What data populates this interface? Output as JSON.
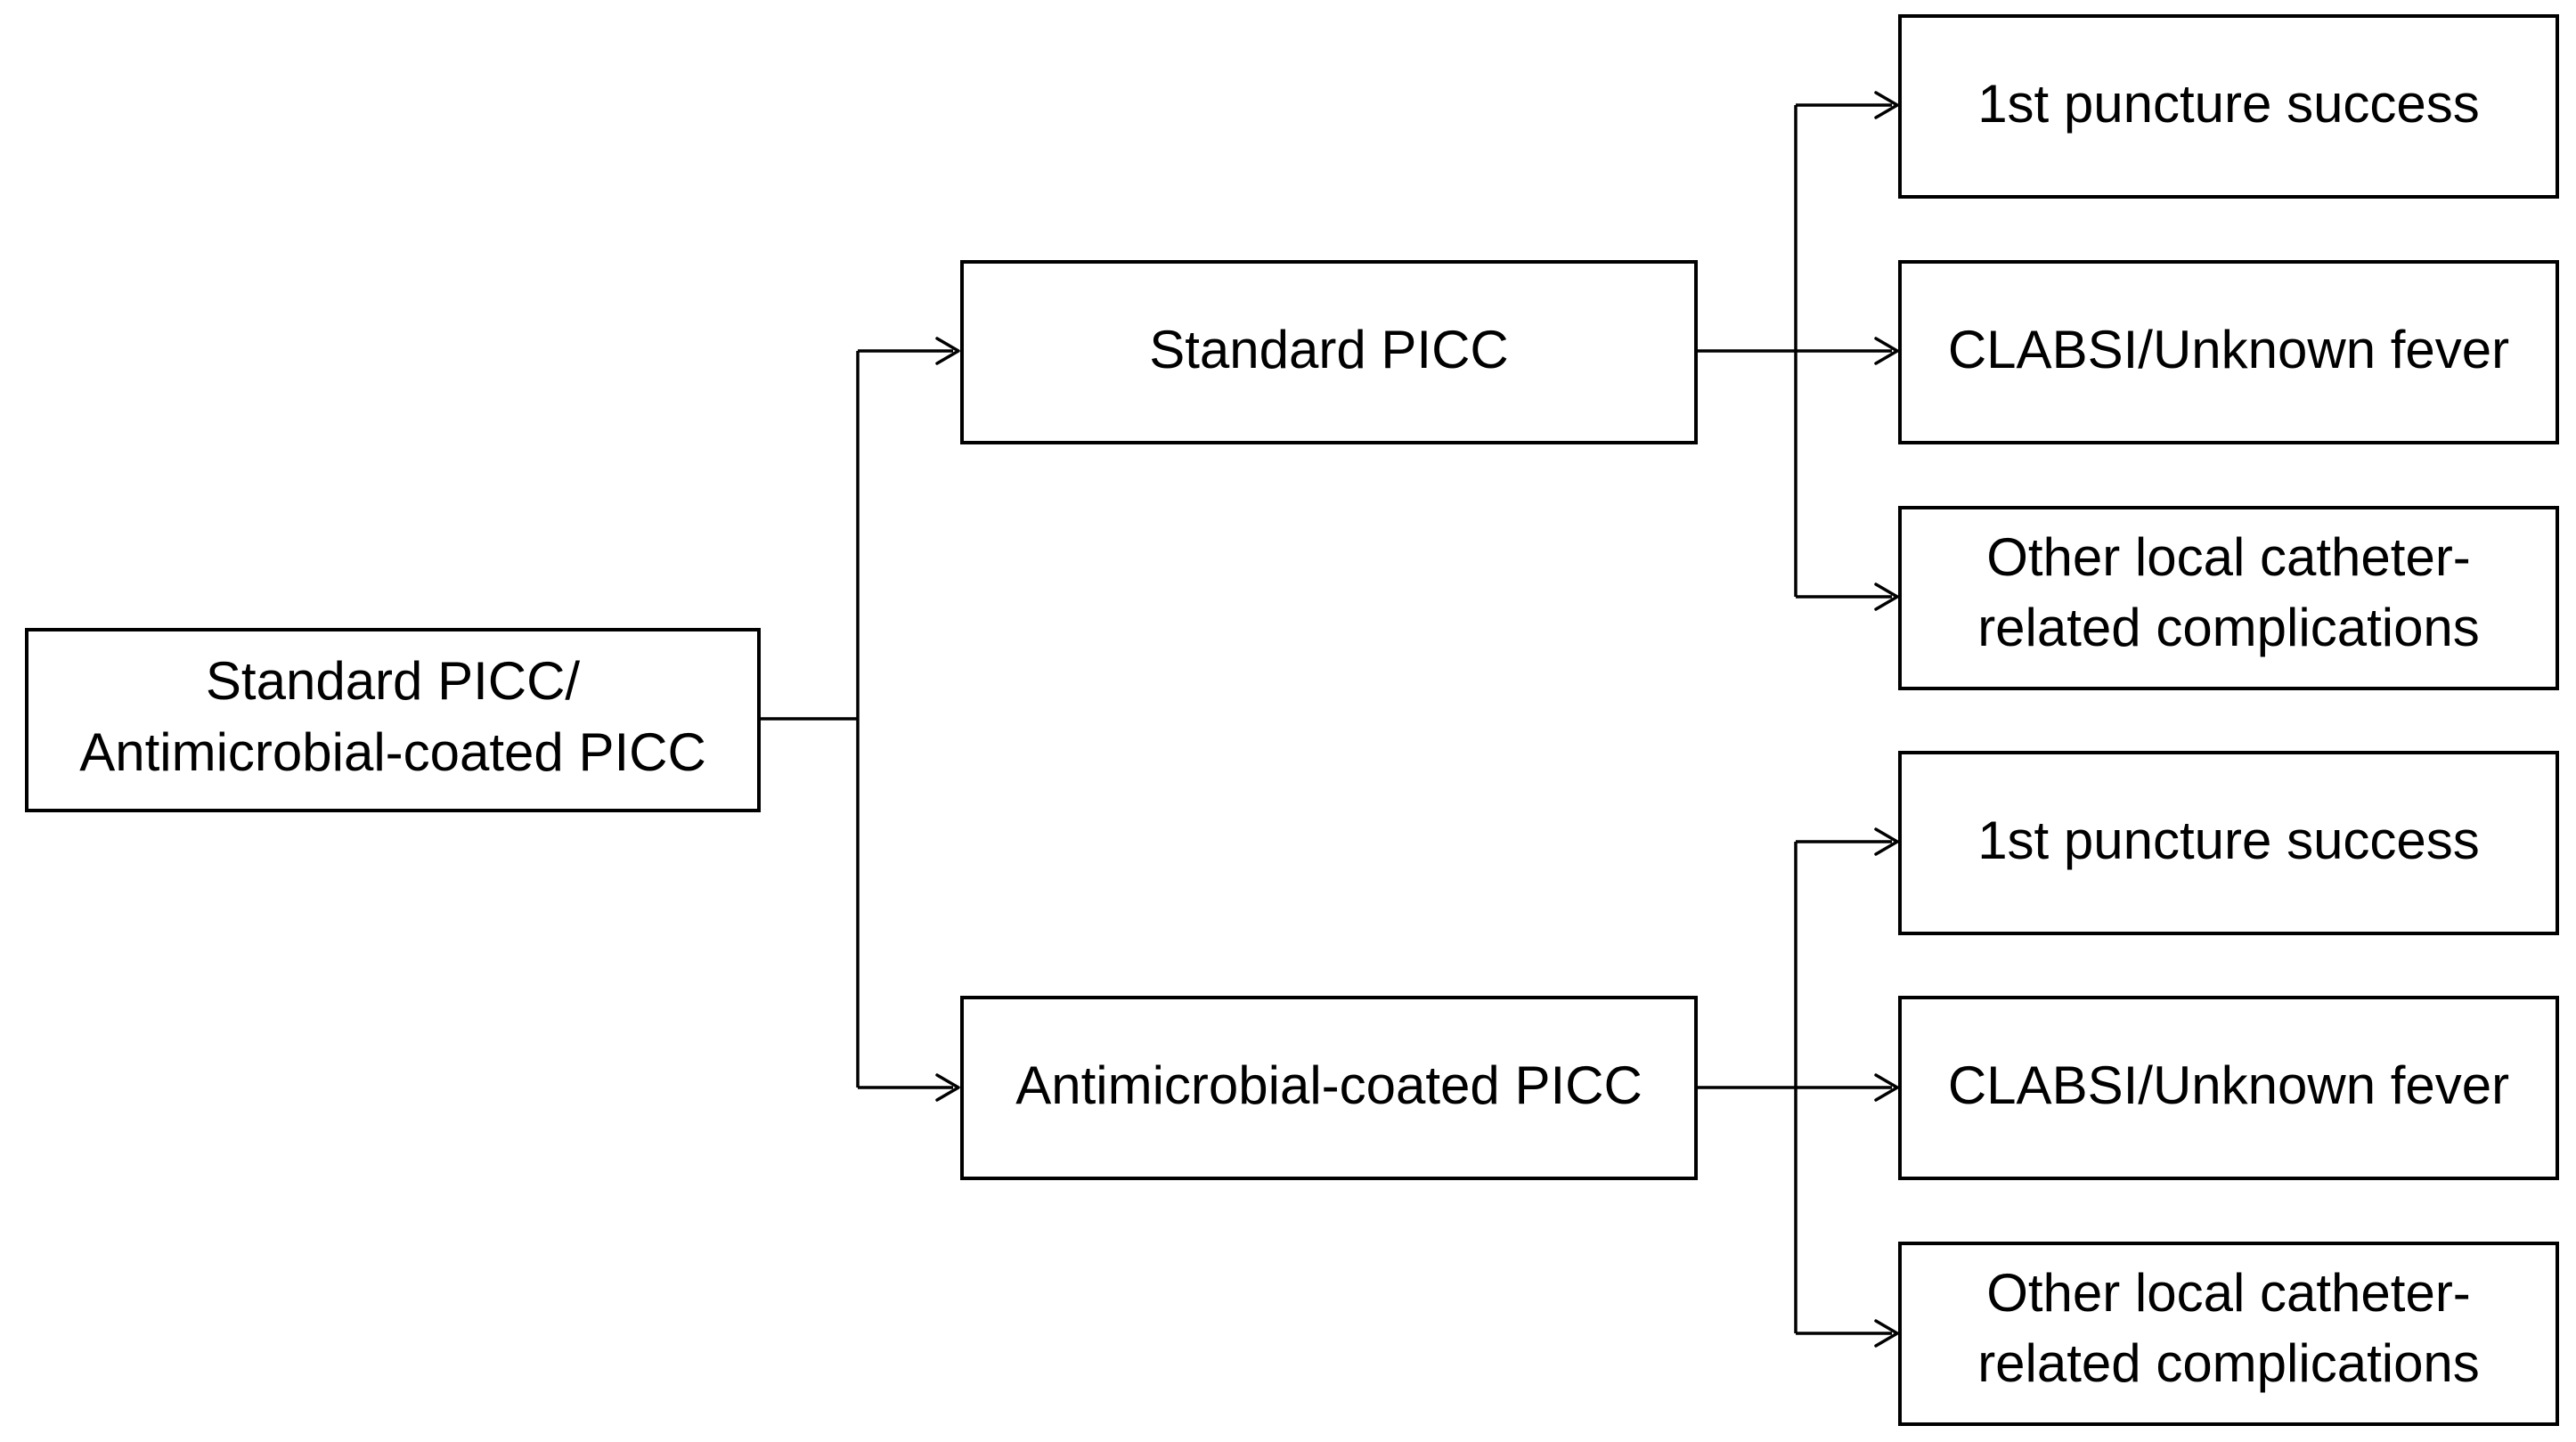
{
  "diagram": {
    "root": {
      "lines": [
        "Standard PICC/",
        "Antimicrobial-coated PICC"
      ]
    },
    "groups": [
      {
        "label": "Standard PICC",
        "outcomes": [
          {
            "lines": [
              "1st puncture success"
            ]
          },
          {
            "lines": [
              "CLABSI/Unknown fever"
            ]
          },
          {
            "lines": [
              "Other local catheter-",
              "related complications"
            ]
          }
        ]
      },
      {
        "label": "Antimicrobial-coated PICC",
        "outcomes": [
          {
            "lines": [
              "1st puncture success"
            ]
          },
          {
            "lines": [
              "CLABSI/Unknown fever"
            ]
          },
          {
            "lines": [
              "Other local catheter-",
              "related complications"
            ]
          }
        ]
      }
    ],
    "colors": {
      "stroke": "#000000",
      "background": "#ffffff"
    }
  }
}
